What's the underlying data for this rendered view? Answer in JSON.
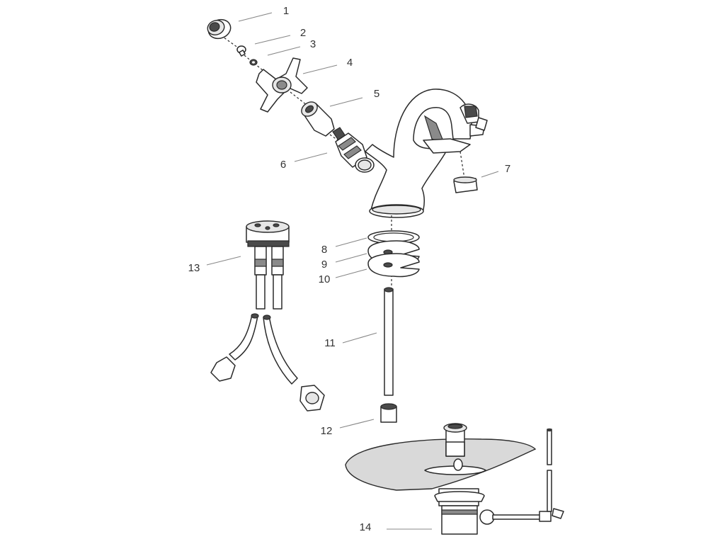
{
  "diagram": {
    "labels": [
      {
        "id": "1",
        "text": "1"
      },
      {
        "id": "2",
        "text": "2"
      },
      {
        "id": "3",
        "text": "3"
      },
      {
        "id": "4",
        "text": "4"
      },
      {
        "id": "5",
        "text": "5"
      },
      {
        "id": "6",
        "text": "6"
      },
      {
        "id": "7",
        "text": "7"
      },
      {
        "id": "8",
        "text": "8"
      },
      {
        "id": "9",
        "text": "9"
      },
      {
        "id": "10",
        "text": "10"
      },
      {
        "id": "11",
        "text": "11"
      },
      {
        "id": "12",
        "text": "12"
      },
      {
        "id": "13",
        "text": "13"
      },
      {
        "id": "14",
        "text": "14"
      }
    ]
  },
  "colors": {
    "line": "#2a2a2a",
    "leader": "#888888",
    "label": "#333333",
    "basin": "#d9d9d9"
  }
}
